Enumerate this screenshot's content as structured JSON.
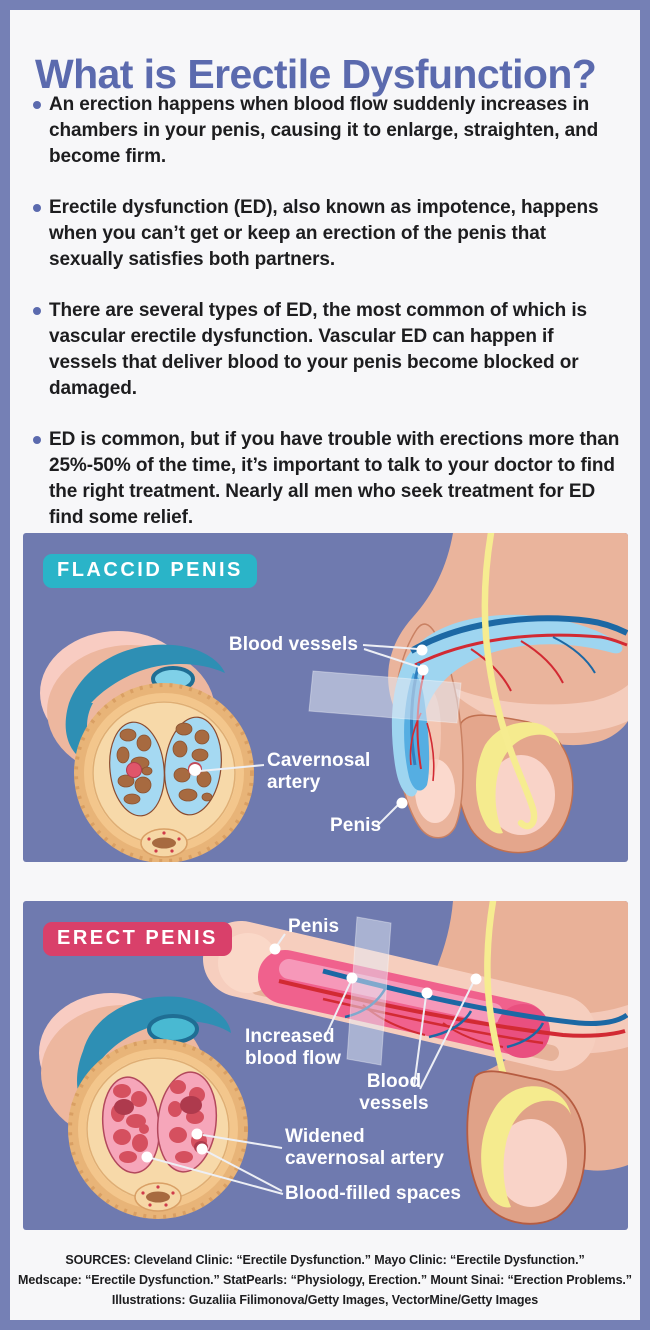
{
  "title": "What is Erectile Dysfunction?",
  "bullets": [
    "An erection happens when blood flow suddenly increases in chambers in your penis, causing it to enlarge, straighten, and become firm.",
    "Erectile dysfunction (ED), also known as impotence, happens when you can’t get or keep an erection of the penis that sexually satisfies both partners.",
    "There are several types of ED, the most common of which is vascular erectile dysfunction. Vascular ED can happen if vessels that deliver blood to your penis become blocked or damaged.",
    "ED is common, but if you have trouble with erections more than 25%-50% of the time, it’s important to talk to your doctor to find the right treatment. Nearly all men who seek treatment for ED find some relief."
  ],
  "panels": [
    {
      "id": "flaccid",
      "badge": "FLACCID PENIS",
      "badge_color": "#2AB4C8",
      "labels": {
        "blood_vessels": "Blood vessels",
        "cavernosal_artery": "Cavernosal\nartery",
        "penis": "Penis"
      }
    },
    {
      "id": "erect",
      "badge": "ERECT PENIS",
      "badge_color": "#D9406A",
      "labels": {
        "penis": "Penis",
        "increased_blood_flow": "Increased\nblood flow",
        "blood_vessels": "Blood\nvessels",
        "widened_cavernosal_artery": "Widened\ncavernosal artery",
        "blood_filled_spaces": "Blood-filled spaces"
      }
    }
  ],
  "footer": {
    "lines": [
      "SOURCES:  Cleveland Clinic: “Erectile Dysfunction.”  Mayo Clinic: “Erectile Dysfunction.”",
      "Medscape: “Erectile Dysfunction.”  StatPearls: “Physiology, Erection.”  Mount Sinai: “Erection Problems.”",
      "Illustrations: Guzaliia Filimonova/Getty Images, VectorMine/Getty Images"
    ]
  },
  "colors": {
    "page_border": "#7580B5",
    "page_background": "#F7F7F9",
    "title_text": "#5B6AAE",
    "body_text": "#1D1D1F",
    "panel_background": "#6F7AAF",
    "flaccid_badge": "#2AB4C8",
    "erect_badge": "#D9406A",
    "label_text": "#FFFFFF"
  }
}
